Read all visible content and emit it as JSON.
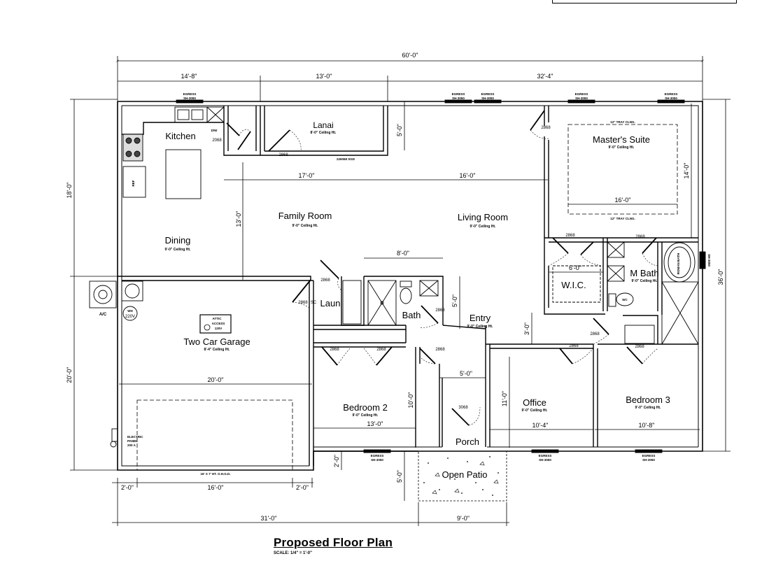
{
  "plan": {
    "title": "Proposed Floor Plan",
    "scale": "SCALE: 1/4\" = 1'-0\""
  },
  "dimensions": {
    "overall_width": "60'-0\"",
    "top_1": "14'-8\"",
    "top_2": "13'-0\"",
    "top_3": "32'-4\"",
    "left_upper": "18'-0\"",
    "left_lower": "20'-0\"",
    "right_overall": "36'-0\"",
    "bottom_1": "2'-0\"",
    "bottom_2": "16'-0\"",
    "bottom_3": "2'-0\"",
    "bottom_overall": "31'-0\"",
    "patio_width": "9'-0\"",
    "patio_depth": "5'-0\"",
    "porch_step": "2'-0\"",
    "lanai_depth": "5'-0\"",
    "family_width": "17'-0\"",
    "living_width": "16'-0\"",
    "family_depth": "13'-0\"",
    "master_width": "16'-0\"",
    "master_depth": "14'-0\"",
    "laun_width": "8'-0\"",
    "bath_depth": "5'-0\"",
    "wic_width": "6'-0\"",
    "entry_hall": "3'-0\"",
    "garage_width": "20'-0\"",
    "bed2_width": "13'-0\"",
    "bed2_depth": "10'-0\"",
    "porch_width": "5'-0\"",
    "office_depth": "11'-0\"",
    "office_width": "10'-4\"",
    "bed3_width": "10'-8\""
  },
  "rooms": {
    "kitchen": "Kitchen",
    "lanai": "Lanai",
    "lanai_ceiling": "8'-0\" Ceiling Ht.",
    "masters_suite": "Master's Suite",
    "masters_ceiling": "9'-0\" Ceiling Ht.",
    "family_room": "Family Room",
    "family_ceiling": "9'-0\" Ceiling Ht.",
    "living_room": "Living Room",
    "living_ceiling": "9'-0\" Ceiling Ht.",
    "dining": "Dining",
    "dining_ceiling": "9'-0\" Ceiling Ht.",
    "laun": "Laun",
    "bath": "Bath",
    "entry": "Entry",
    "entry_ceiling": "9'-0\" Ceiling Ht.",
    "wic": "W.I.C.",
    "m_bath": "M Bath",
    "m_bath_ceiling": "9'-0\" Ceiling Ht.",
    "garage": "Two Car Garage",
    "garage_ceiling": "8'-4\" Ceiling Ht.",
    "bedroom2": "Bedroom 2",
    "bedroom2_ceiling": "9'-0\" Ceiling Ht.",
    "office": "Office",
    "office_ceiling": "9'-0\" Ceiling Ht.",
    "bedroom3": "Bedroom 3",
    "bedroom3_ceiling": "9'-0\" Ceiling Ht.",
    "porch": "Porch",
    "open_patio": "Open Patio"
  },
  "annotations": {
    "door_2868": "2868",
    "door_2068": "2068",
    "door_3068": "3068",
    "sliding_door": "226068 SGD",
    "dw": "D/W",
    "egress_label": "EGRESS",
    "egress_spec": "SH-3050",
    "tray_ceiling": "12\" TRAY CLNG.",
    "attic_access_1": "ATTIC",
    "attic_access_2": "ACCESS",
    "attic_access_3": "120V",
    "ac": "A/C",
    "wh": "WH",
    "wh_volt": "220V",
    "electric_panel_1": "ELECTRIC",
    "electric_panel_2": "PANEL",
    "electric_panel_3": "200 A",
    "garage_door": "16' X 7' HT. O.H.G.D.",
    "roman_bath": "ROMAN BATH",
    "fridge": "REF",
    "sc": "SC",
    "wc": "WC",
    "egress_right": "SH-3050"
  },
  "colors": {
    "line": "#000000",
    "background": "#ffffff"
  }
}
